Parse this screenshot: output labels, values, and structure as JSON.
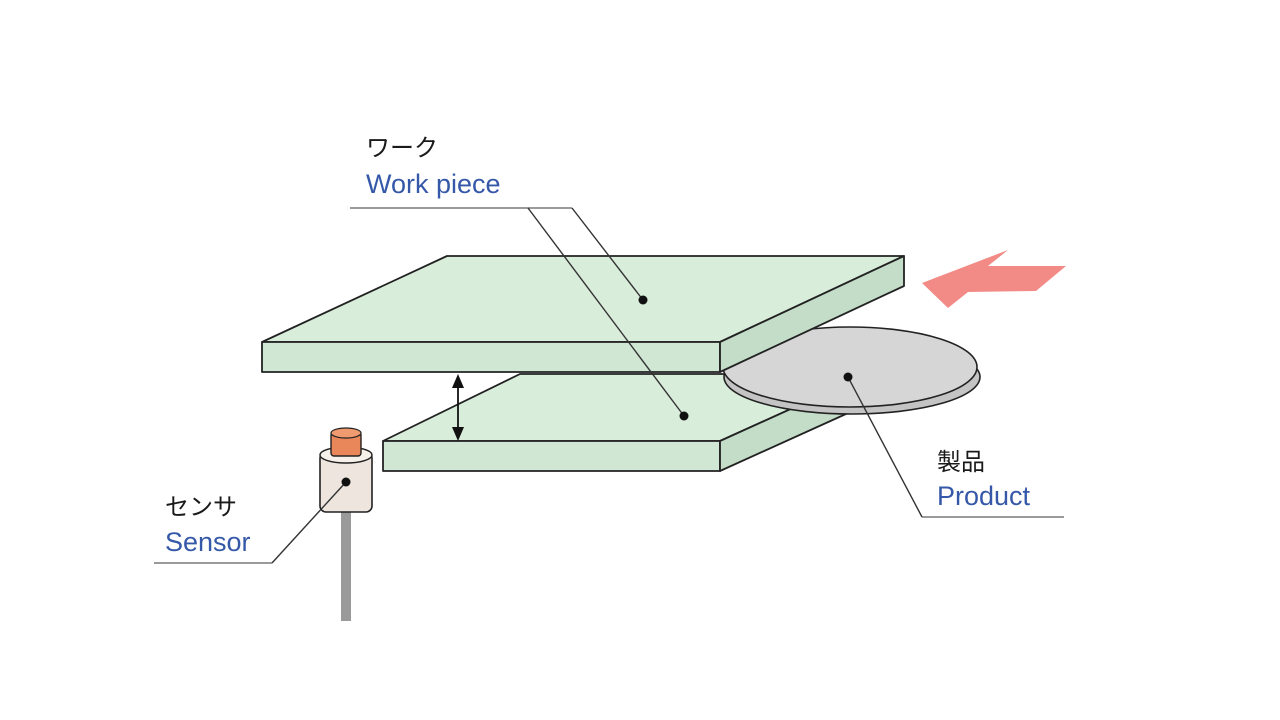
{
  "labels": {
    "workpiece": {
      "jp": "ワーク",
      "en": "Work piece"
    },
    "product": {
      "jp": "製品",
      "en": "Product"
    },
    "sensor": {
      "jp": "センサ",
      "en": "Sensor"
    }
  },
  "colors": {
    "plate_top": "#d9eddb",
    "plate_front": "#cfe7d3",
    "plate_side": "#c3ddc8",
    "product_disc": "#d6d6d6",
    "product_edge": "#c4c4c4",
    "arrow": "#f28b86",
    "sensor_cap": "#e9865a",
    "sensor_body": "#eee6de",
    "sensor_rod": "#9a9a9a",
    "label_en": "#3558a8"
  },
  "icons": {
    "feed_arrow": "feed-direction-arrow-icon",
    "gap_arrow": "gap-double-arrow-icon"
  }
}
